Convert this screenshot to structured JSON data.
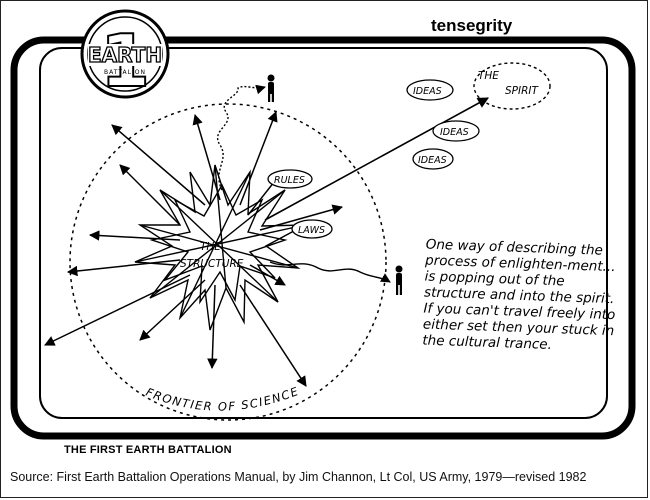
{
  "header": {
    "title": "tensegrity"
  },
  "logo": {
    "word_main": "EARTH",
    "word_sub": "BATTALION",
    "numeral": "1"
  },
  "diagram": {
    "center_label_line1": "THE",
    "center_label_line2": "STRUCTURE",
    "rules_label": "RULES",
    "laws_label": "LAWS",
    "ideas_labels": [
      "IDEAS",
      "IDEAS",
      "IDEAS"
    ],
    "spirit_label_line1": "THE",
    "spirit_label_line2": "SPIRIT",
    "frontier_label": "FRONTIER OF SCIENCE"
  },
  "note": {
    "paragraph1": "One way of describing the process of enlighten-ment... is popping out of the structure and into the spirit.",
    "paragraph2": "If you can't travel freely into either set then your stuck in the cultural trance."
  },
  "footer": {
    "title": "THE FIRST EARTH BATTALION"
  },
  "caption": "Source: First Earth Battalion Operations Manual, by Jim Channon, Lt Col, US Army, 1979—revised 1982"
}
